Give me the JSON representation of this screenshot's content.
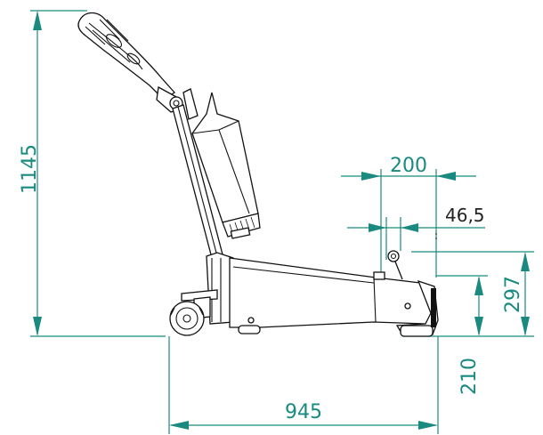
{
  "dimensions": {
    "total_height": "1145",
    "total_length": "945",
    "fork_offset_top": "200",
    "fork_offset_small": "46,5",
    "fork_height": "297",
    "lower_height": "210"
  }
}
